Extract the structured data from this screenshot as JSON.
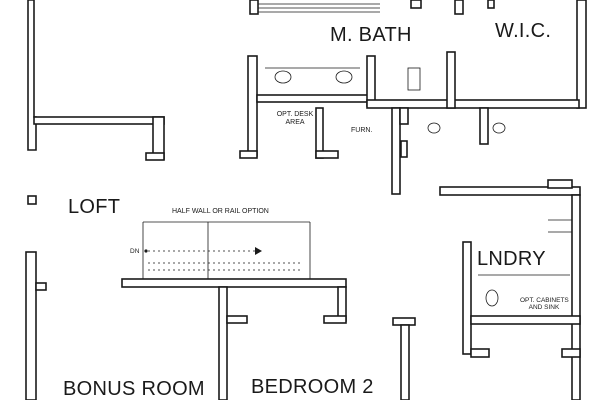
{
  "floor_plan": {
    "rooms": {
      "master_bath": "M. BATH",
      "walk_in_closet": "W.I.C.",
      "loft": "LOFT",
      "laundry": "LNDRY",
      "bonus_room": "BONUS ROOM",
      "bedroom_2": "BEDROOM 2"
    },
    "notes": {
      "desk_area_line1": "OPT. DESK",
      "desk_area_line2": "AREA",
      "furnace": "FURN.",
      "half_wall": "HALF WALL OR RAIL OPTION",
      "stair_down": "DN",
      "laundry_cabinets_line1": "OPT. CABINETS",
      "laundry_cabinets_line2": "AND SINK"
    },
    "colors": {
      "wall": "#1a1a1a",
      "background": "#ffffff"
    }
  }
}
